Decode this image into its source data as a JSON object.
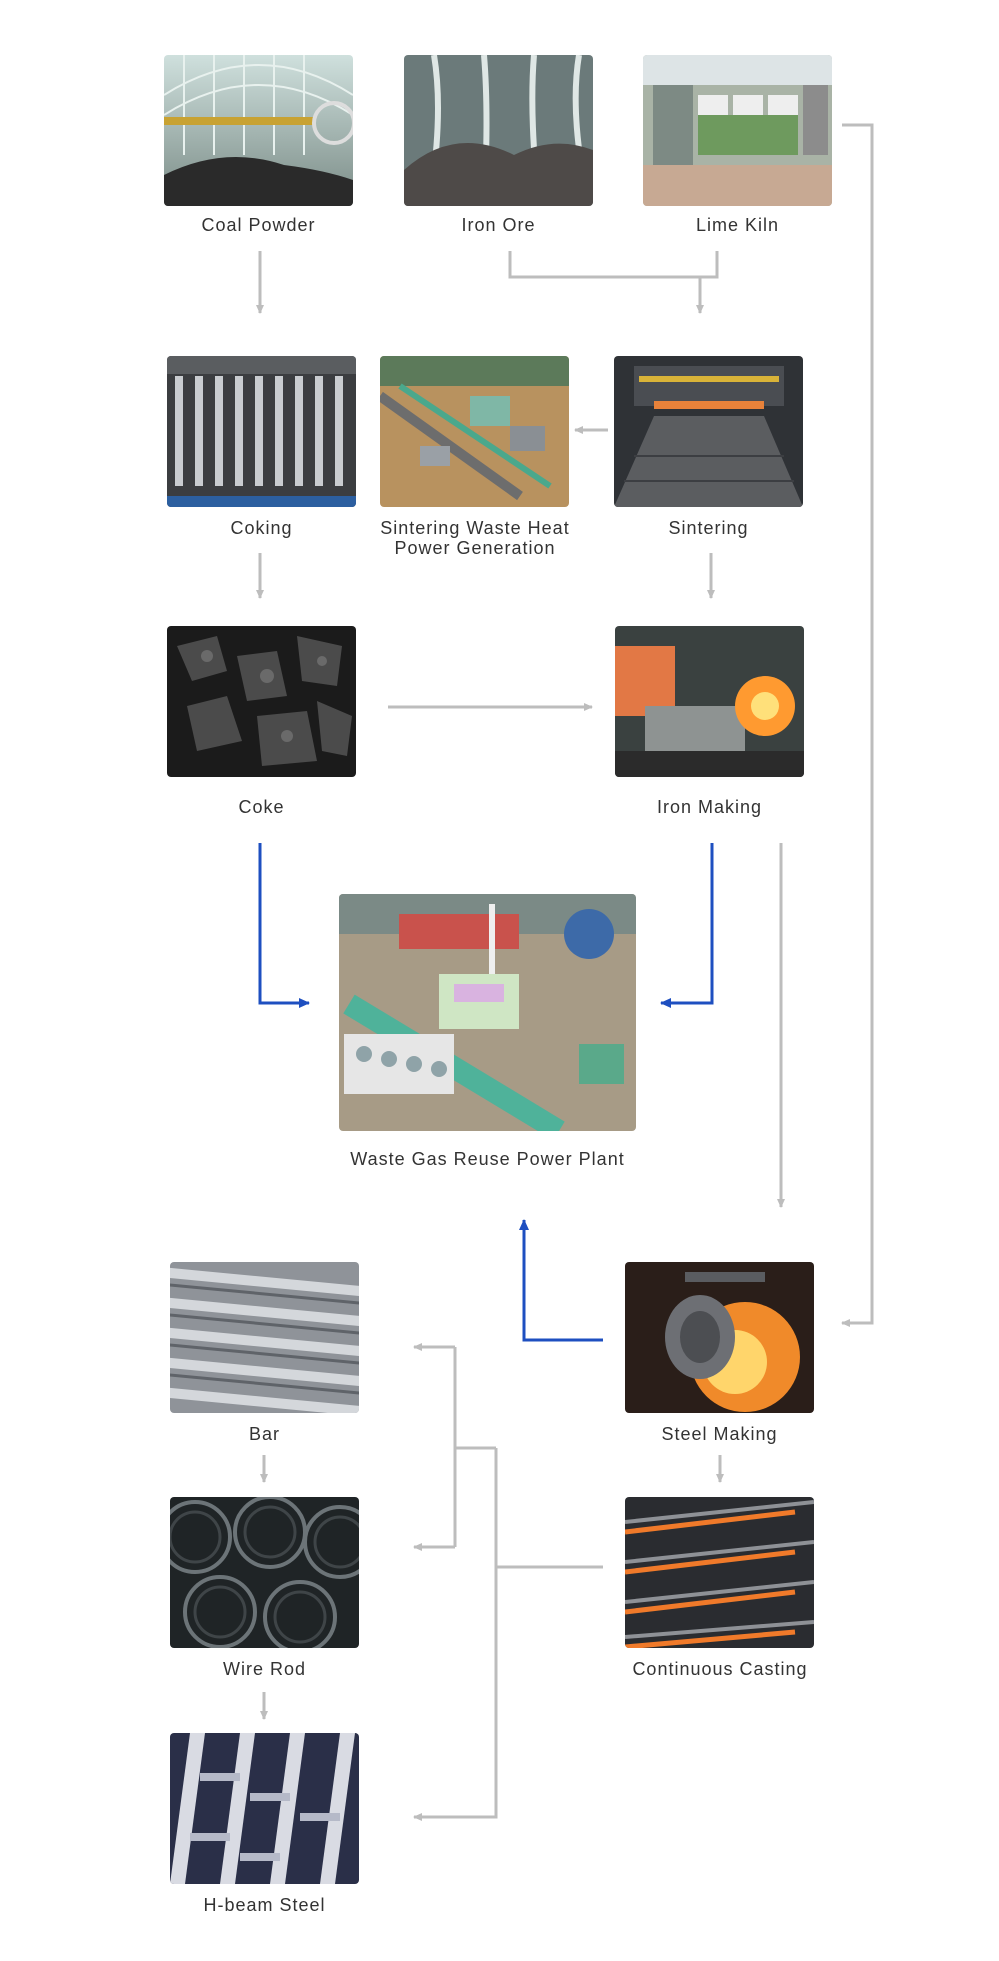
{
  "nodes": {
    "coal_powder": "Coal Powder",
    "iron_ore": "Iron Ore",
    "lime_kiln": "Lime Kiln",
    "coking": "Coking",
    "sintering_waste_heat_line1": "Sintering Waste Heat",
    "sintering_waste_heat_line2": "Power Generation",
    "sintering": "Sintering",
    "coke": "Coke",
    "iron_making": "Iron Making",
    "power_plant": "Waste Gas Reuse Power Plant",
    "bar": "Bar",
    "steel_making": "Steel Making",
    "wire_rod": "Wire Rod",
    "continuous_casting": "Continuous Casting",
    "h_beam": "H-beam Steel"
  },
  "colors": {
    "connector_gray": "#bdbdbd",
    "connector_blue": "#1e4fc0"
  }
}
